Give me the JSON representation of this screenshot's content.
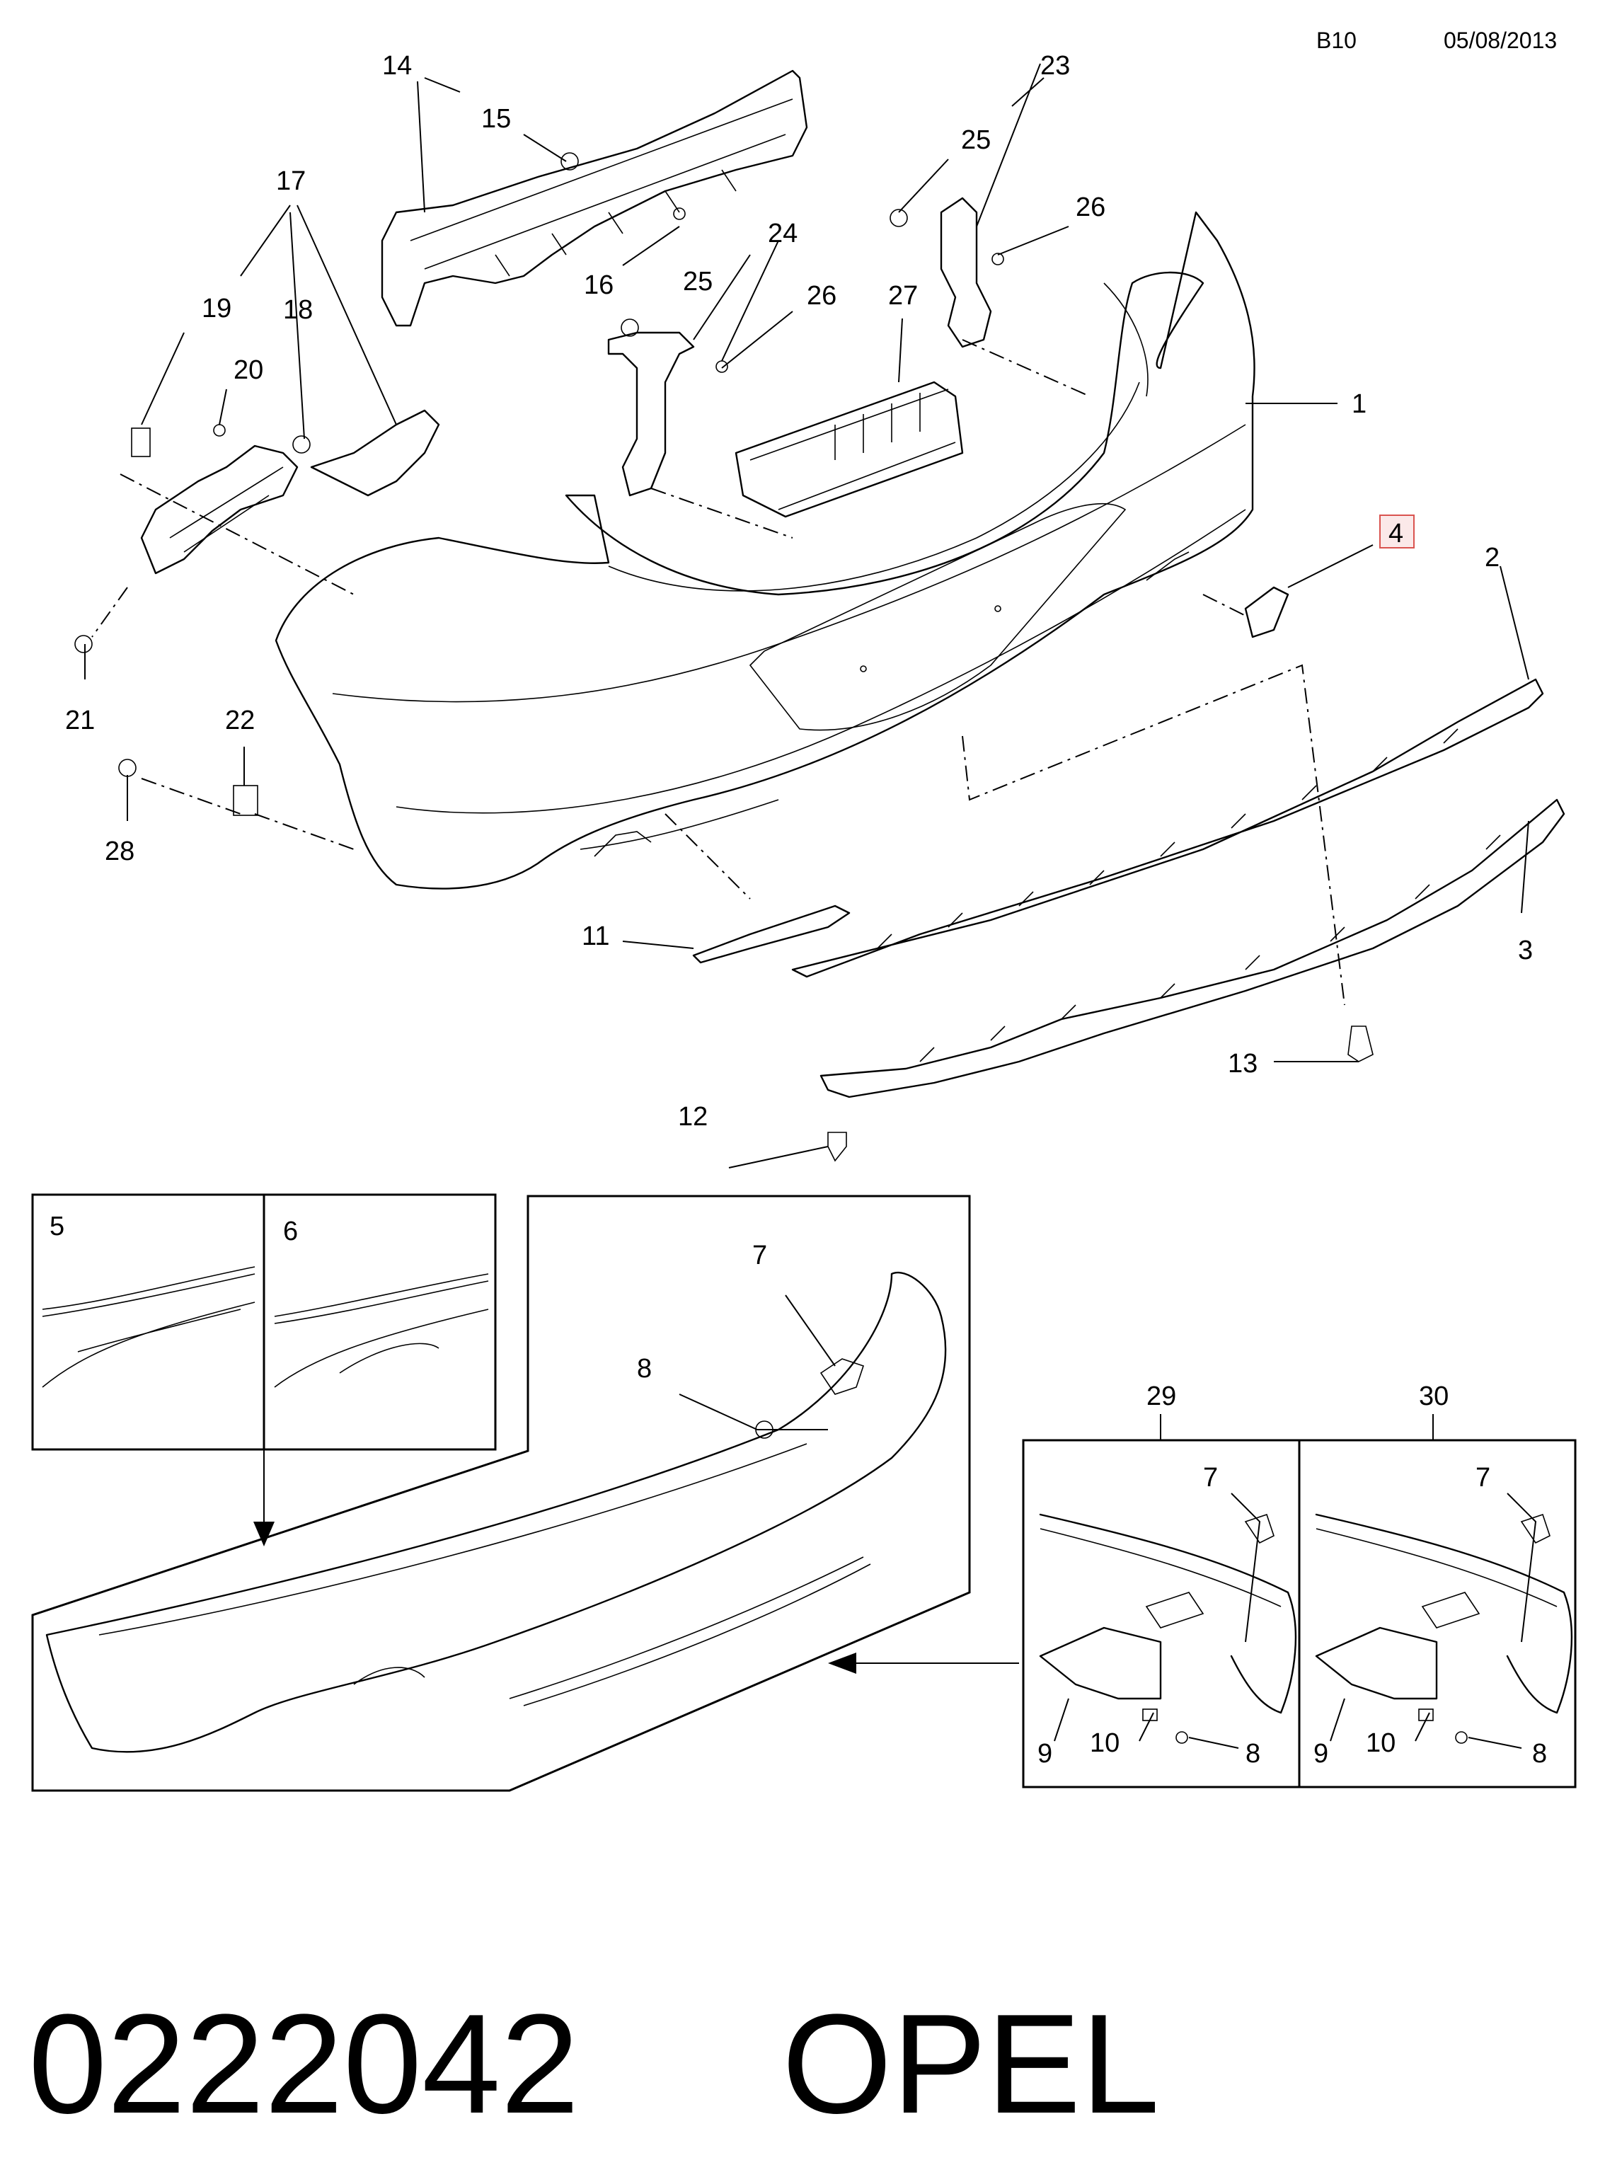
{
  "header": {
    "code": "B10",
    "date": "05/08/2013"
  },
  "footer": {
    "part_number": "0222042",
    "brand": "OPEL"
  },
  "callouts": {
    "c1": "1",
    "c2": "2",
    "c3": "3",
    "c4": "4",
    "c5": "5",
    "c6": "6",
    "c7": "7",
    "c8": "8",
    "c9": "9",
    "c10": "10",
    "c11": "11",
    "c12": "12",
    "c13": "13",
    "c14": "14",
    "c15": "15",
    "c16": "16",
    "c17": "17",
    "c18": "18",
    "c19": "19",
    "c20": "20",
    "c21": "21",
    "c22": "22",
    "c23": "23",
    "c24": "24",
    "c25": "25",
    "c26": "26",
    "c27": "27",
    "c28": "28",
    "c29": "29",
    "c30": "30"
  },
  "colors": {
    "highlight_box": "#d9534f",
    "highlight_fill": "#fbe9e9",
    "line": "#000000"
  }
}
